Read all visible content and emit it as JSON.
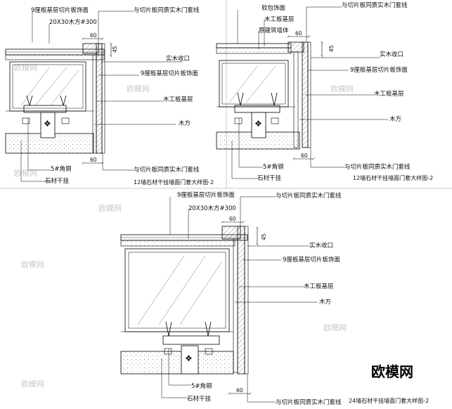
{
  "watermark": "欧模网",
  "panels": [
    {
      "title": "12墙石材干挂墙面门套大样图-2",
      "labels": {
        "top_a": "9厘板基层切片板饰面",
        "top_b": "20X30木方#300",
        "top_c": "与切片板同质实木门套线",
        "r1": "实木收口",
        "r2": "9厘板基层切片板饰面",
        "r3": "木工板基层",
        "r4": "木方",
        "b1": "与切片板同质实木门套线",
        "b2": "5#角钢",
        "b3": "石材干挂"
      },
      "dims": {
        "d_top": "60",
        "d_right": "45",
        "d_bot": "60"
      }
    },
    {
      "title": "12墙石材干挂墙面门套大样图-2",
      "labels": {
        "top_a": "软包饰面",
        "top_b": "木工板基层",
        "top_c": "原建筑墙体",
        "top_d": "与切片板同质实木门套线",
        "r1": "实木收口",
        "r2": "9厘板基层切片板饰面",
        "r3": "木工板基层",
        "r4": "木方",
        "b1": "与切片板同质实木门套线",
        "b2": "5#角钢",
        "b3": "石材干挂"
      },
      "dims": {
        "d_top": "60",
        "d_right": "45",
        "d_bot": "60"
      }
    },
    {
      "title": "24墙石材干挂墙面门套大样图-2",
      "labels": {
        "top_a": "9厘板基层切片板饰面",
        "top_b": "20X30木方#300",
        "top_c": "与切片板同质实木门套线",
        "r1": "实木收口",
        "r2": "9厘板基层切片板饰面",
        "r3": "木工板基层",
        "r4": "木方",
        "b1": "5#角钢",
        "b2": "石材干挂",
        "b3": "与切片板同质实木门套线"
      },
      "dims": {
        "d_top": "60",
        "d_right": "45",
        "d_bot": "60"
      }
    }
  ]
}
